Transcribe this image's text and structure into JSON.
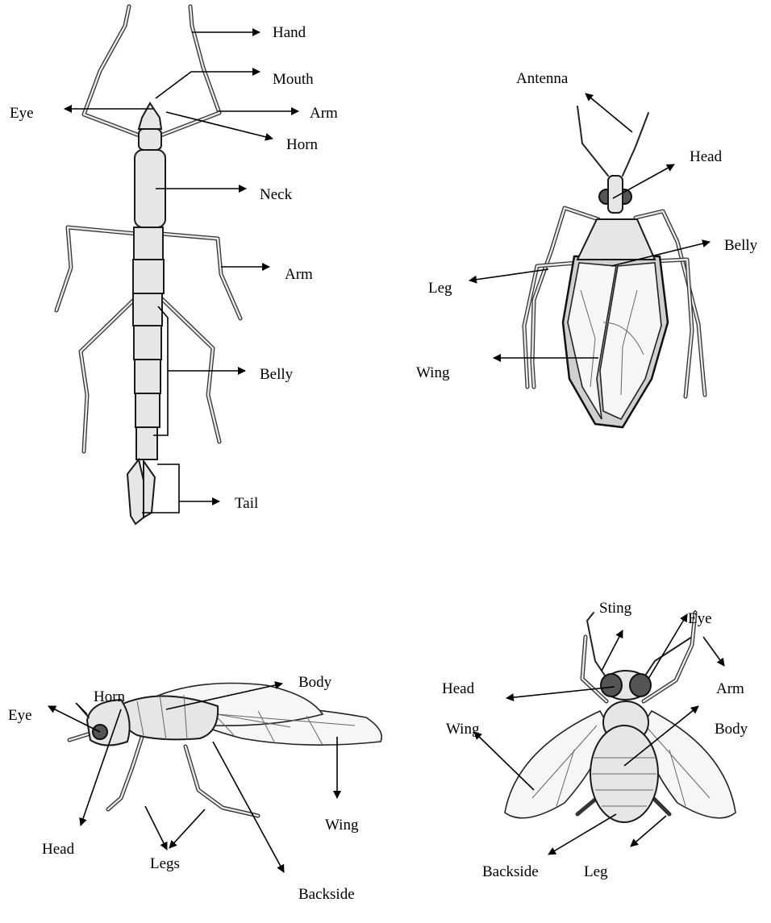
{
  "stick_insect": {
    "hand": "Hand",
    "mouth": "Mouth",
    "eye": "Eye",
    "arm_top": "Arm",
    "horn": "Horn",
    "neck": "Neck",
    "arm_mid": "Arm",
    "belly": "Belly",
    "tail": "Tail"
  },
  "assassin_bug": {
    "antenna": "Antenna",
    "head": "Head",
    "belly": "Belly",
    "leg": "Leg",
    "wing": "Wing"
  },
  "cicada": {
    "horn": "Horn",
    "body": "Body",
    "eye": "Eye",
    "head": "Head",
    "legs": "Legs",
    "wing": "Wing",
    "backside": "Backside"
  },
  "bee": {
    "sting": "Sting",
    "eye": "Eye",
    "head": "Head",
    "arm": "Arm",
    "wing": "Wing",
    "body": "Body",
    "backside": "Backside",
    "leg": "Leg"
  }
}
